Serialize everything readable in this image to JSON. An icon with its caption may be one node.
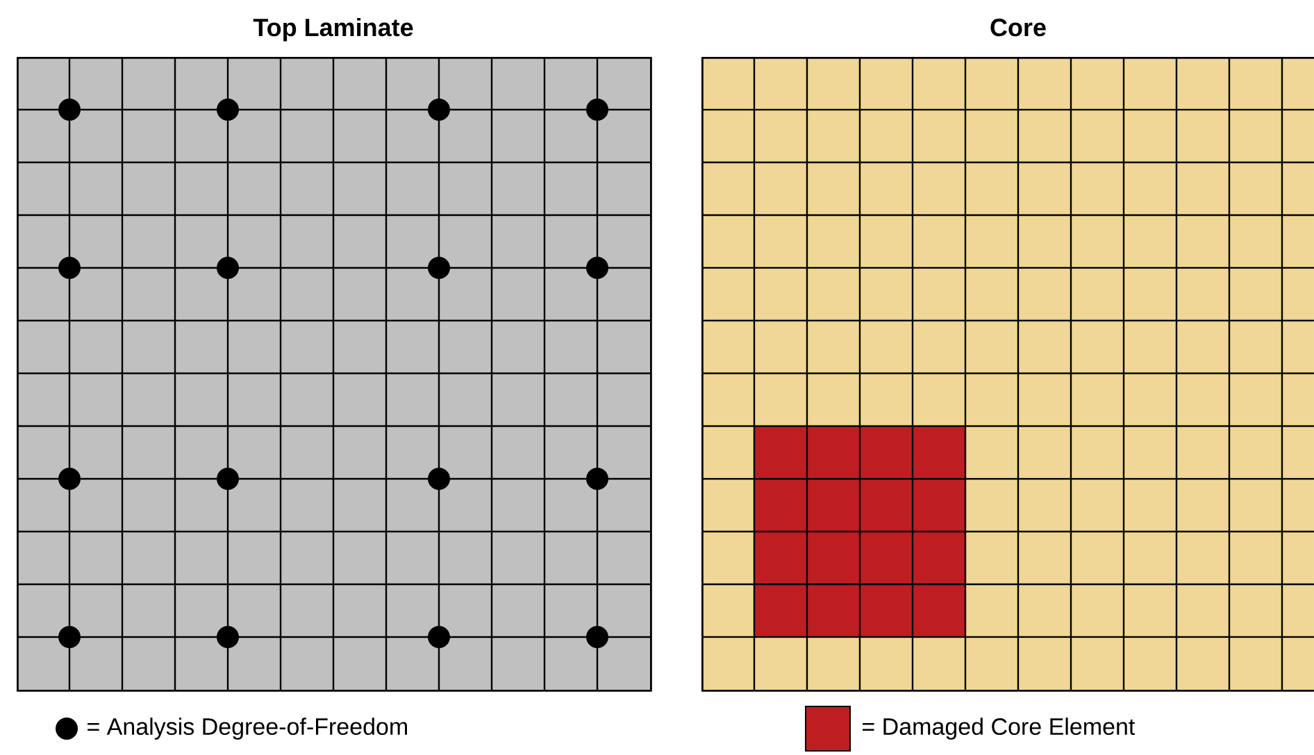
{
  "diagram": {
    "nodes": [
      {
        "text": [
          "Top Laminate"
        ]
      },
      {
        "text": [
          "Core"
        ]
      }
    ],
    "legend": [
      {
        "text": "= Analysis Degree-of-Freedom"
      },
      {
        "text": "= Damaged Core Element",
        "color": "#be1e22"
      }
    ]
  }
}
